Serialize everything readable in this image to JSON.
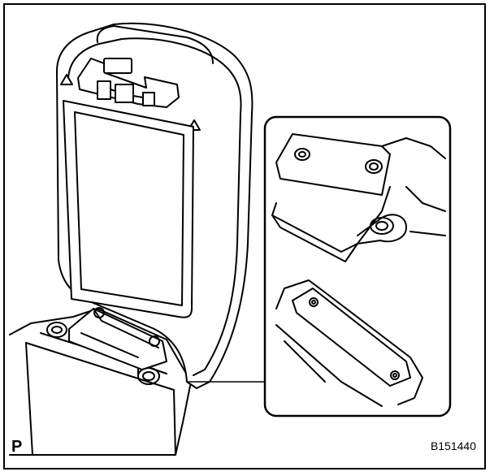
{
  "figure": {
    "page_letter": "P",
    "figure_code": "B151440",
    "colors": {
      "line": "#000000",
      "background": "#ffffff"
    },
    "parts": [
      "armrest-lid",
      "lid-pad",
      "lid-latch",
      "console-box",
      "hinge",
      "detail-inset-hinge-collar",
      "detail-inset-pin"
    ]
  }
}
